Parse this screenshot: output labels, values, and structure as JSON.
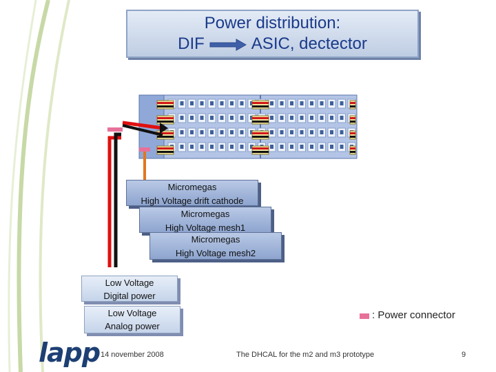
{
  "title": {
    "line1": "Power distribution:",
    "from": "DIF",
    "to": "ASIC, dectector"
  },
  "hv_boxes": [
    {
      "line1": "Micromegas",
      "line2": "High Voltage drift cathode"
    },
    {
      "line1": "Micromegas",
      "line2": "High Voltage mesh1"
    },
    {
      "line1": "Micromegas",
      "line2": "High Voltage mesh2"
    }
  ],
  "lv_boxes": [
    {
      "line1": "Low Voltage",
      "line2": "Digital power"
    },
    {
      "line1": "Low Voltage",
      "line2": "Analog power"
    }
  ],
  "legend": {
    "text": ": Power connector",
    "color": "#e8719a"
  },
  "footer": {
    "date": "14 november 2008",
    "center": "The DHCAL for the m2 and m3 prototype",
    "page": "9"
  },
  "logo": {
    "text": "lapp"
  },
  "colors": {
    "accent_title": "#1a3a8a",
    "board": "#b3c4e6",
    "cable_red": "#e01010",
    "cable_black": "#111111",
    "cable_orange": "#e07820"
  }
}
